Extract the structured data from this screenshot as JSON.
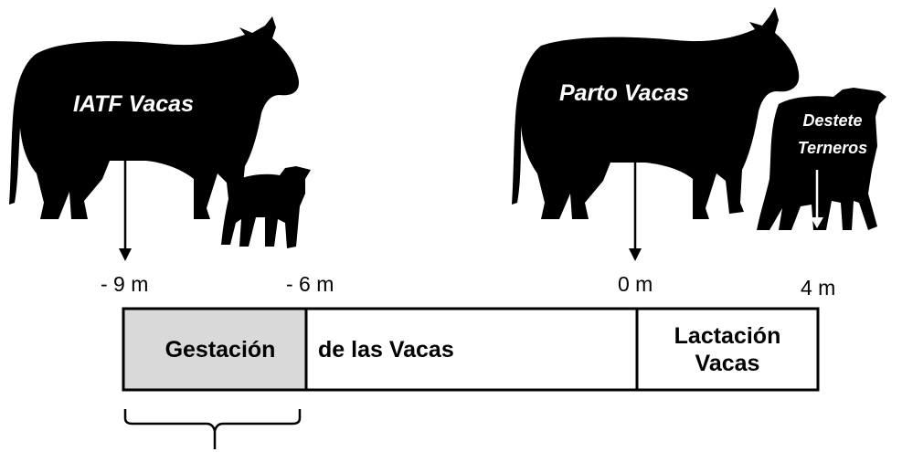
{
  "labels": {
    "iatf": "IATF Vacas",
    "parto": "Parto Vacas",
    "destete_1": "Destete",
    "destete_2": "Terneros"
  },
  "ticks": {
    "t1": "- 9 m",
    "t2": "- 6 m",
    "t3": "0 m",
    "t4": "4 m"
  },
  "timeline": {
    "segment1": "Gestación",
    "segment2": "de las Vacas",
    "segment3_line1": "Lactación",
    "segment3_line2": "Vacas"
  },
  "colors": {
    "silhouette": "#000000",
    "shaded_segment": "#d9d9d9",
    "background": "#ffffff"
  }
}
